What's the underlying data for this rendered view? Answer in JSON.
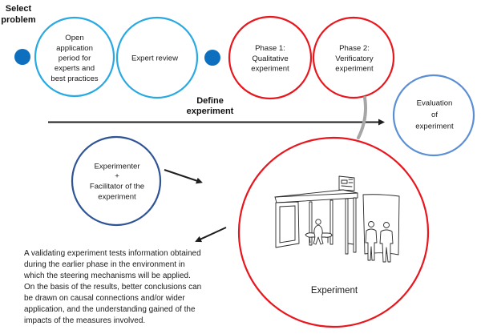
{
  "colors": {
    "process_ring": "#29a9e1",
    "process_dot": "#0f6fbf",
    "phase_ring": "#e8161d",
    "evaluation_ring": "#5b8fd5",
    "experimenter_ring": "#2f5496",
    "connector_gray": "#a6a6a6",
    "arrow": "#1e1e1e"
  },
  "select_problem": {
    "lines": [
      "Select",
      "problem"
    ]
  },
  "define_experiment": {
    "lines": [
      "Define",
      "experiment"
    ]
  },
  "nodes": {
    "open_application": {
      "lines": [
        "Open",
        "application",
        "period for",
        "experts and",
        "best practices"
      ]
    },
    "expert_review": {
      "lines": [
        "Expert review"
      ]
    },
    "phase1": {
      "lines": [
        "Phase 1:",
        "Qualitative",
        "experiment"
      ]
    },
    "phase2": {
      "lines": [
        "Phase 2:",
        "Verificatory",
        "experiment"
      ]
    },
    "evaluation": {
      "lines": [
        "Evaluation",
        "of",
        "experiment"
      ]
    },
    "experimenter": {
      "lines": [
        "Experimenter",
        "+",
        "Facilitator of the",
        "experiment"
      ]
    },
    "experiment": {
      "label": "Experiment"
    }
  },
  "description": {
    "lines": [
      "A validating experiment tests information obtained",
      "during the earlier phase in the environment in",
      "which the steering mechanisms will be applied.",
      "On the basis of the results, better conclusions can",
      "be drawn on causal connections and/or wider",
      "application, and the understanding gained of the",
      "impacts of the measures involved."
    ]
  }
}
